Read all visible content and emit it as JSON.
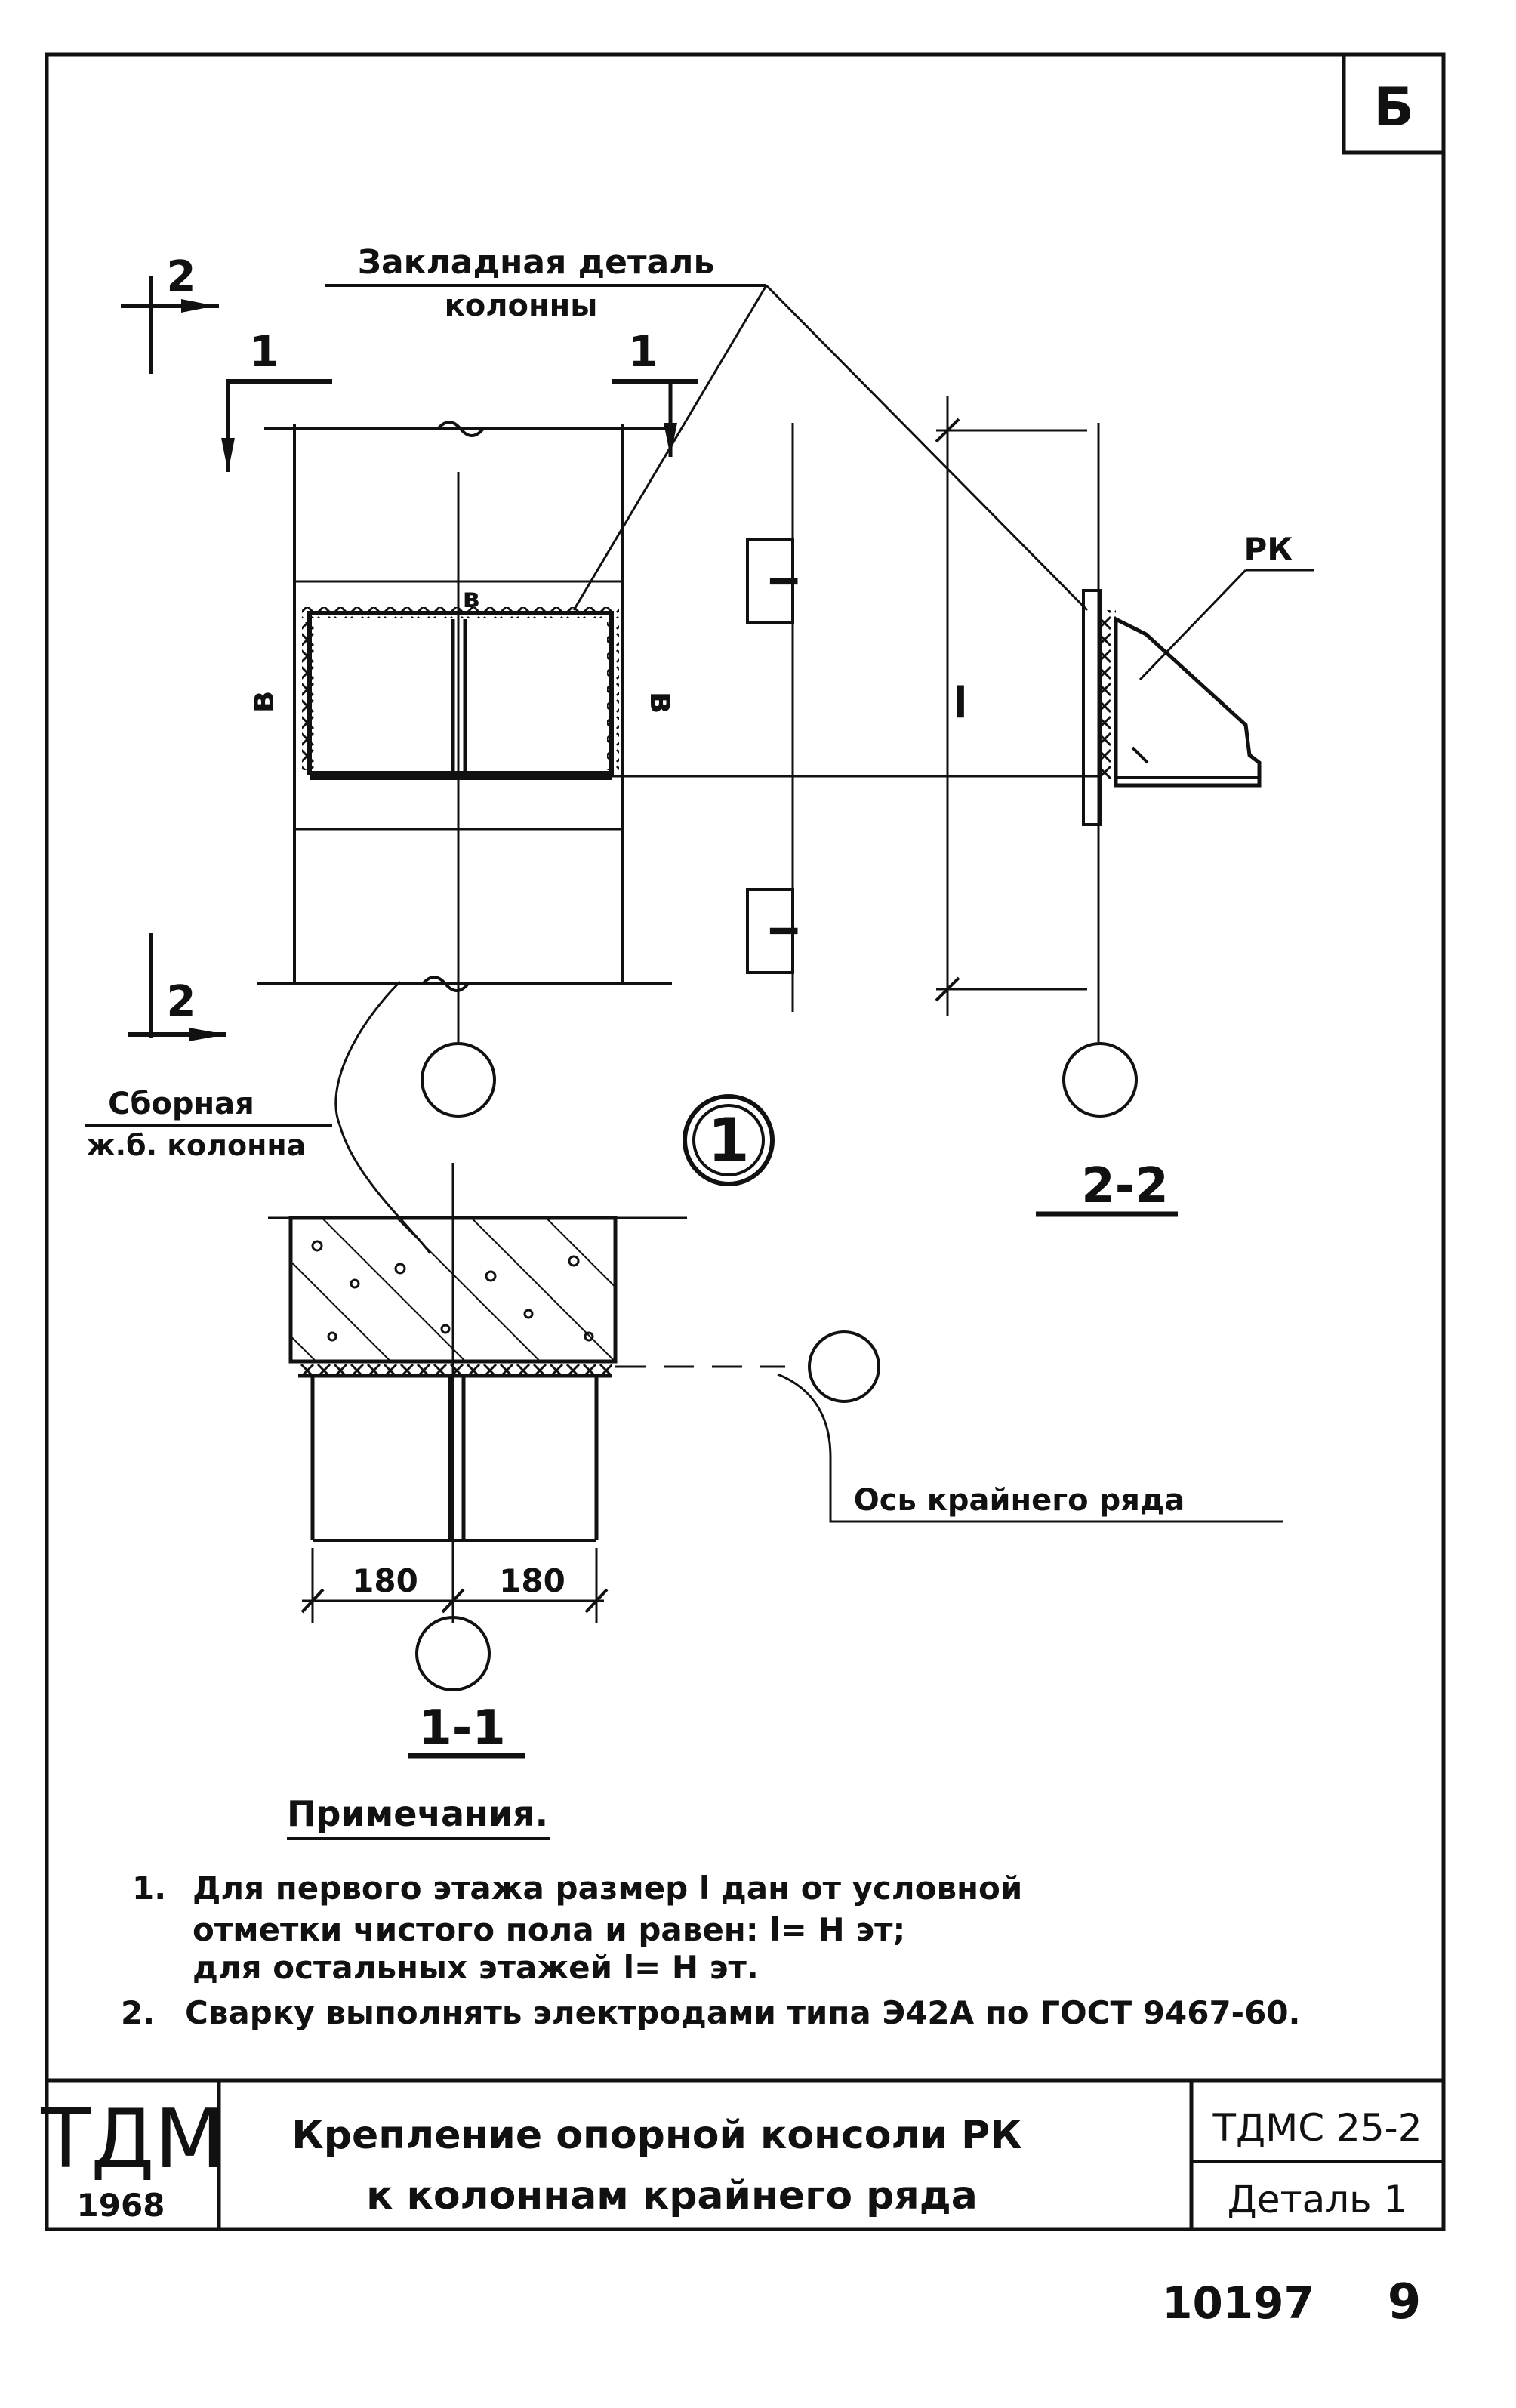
{
  "sheet_code_box": "Б",
  "labels": {
    "embedded_part_line1": "Закладная деталь",
    "embedded_part_line2": "колонны",
    "section_mark_2": "2",
    "section_mark_1": "1",
    "rk": "РК",
    "dim_b": "в",
    "dim_l": "l",
    "dim_l_box": "l",
    "column_line1": "Сборная",
    "column_line2": "ж.б. колонна",
    "node_number": "1",
    "section_title_22": "2-2",
    "section_title_11": "1-1",
    "axis_label": "Ось крайнего ряда",
    "dim_180_left": "180",
    "dim_180_right": "180"
  },
  "notes": {
    "title": "Примечания.",
    "items": [
      {
        "num": "1.",
        "line1": "Для первого этажа размер l дан от условной",
        "line2": "отметки   чистого пола и равен: l= H эт;",
        "line3": "для остальных этажей  l= H эт."
      },
      {
        "num": "2.",
        "line1": "Сварку выполнять электродами типа Э42А по ГОСТ 9467-60.",
        "line2": "",
        "line3": ""
      }
    ]
  },
  "title_block": {
    "org": "ТДМ",
    "year": "1968",
    "title_line1": "Крепление опорной консоли  РК",
    "title_line2": "к колоннам крайнего ряда",
    "code": "ТДМС 25-2",
    "detail": "Деталь 1"
  },
  "footer": {
    "archive_no": "10197",
    "page": "9"
  }
}
